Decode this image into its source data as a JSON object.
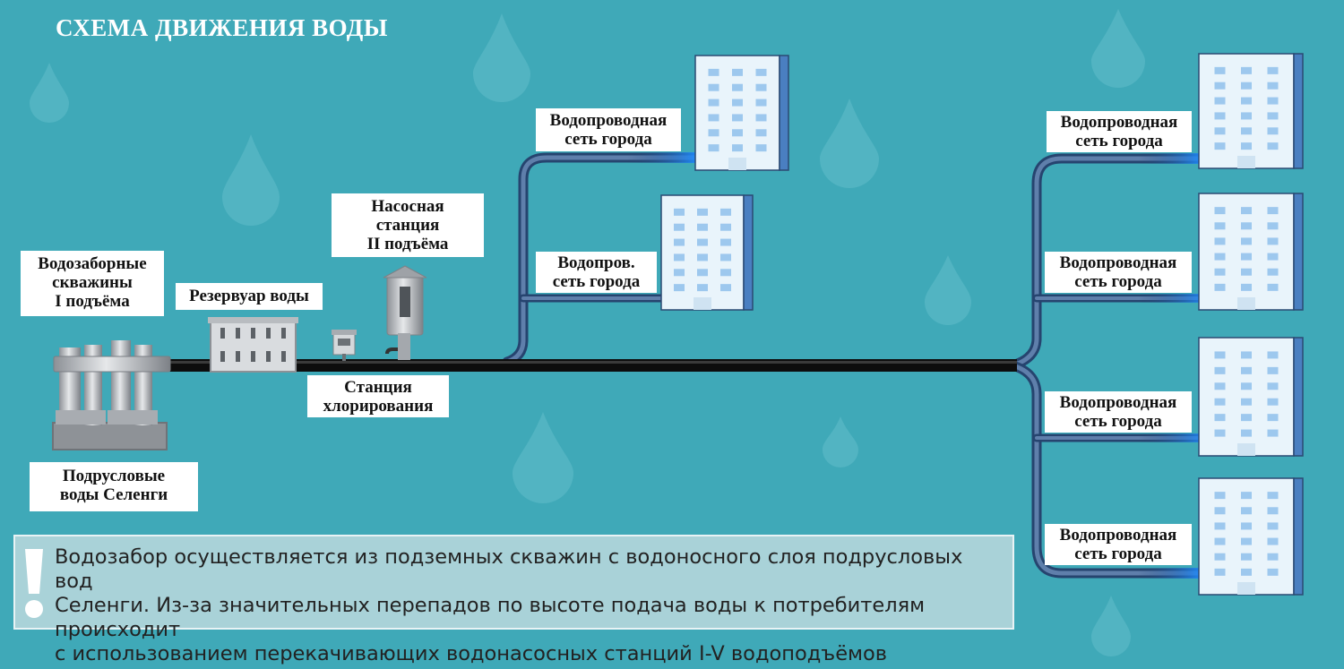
{
  "title": "СХЕМА ДВИЖЕНИЯ ВОДЫ",
  "labels": {
    "wells": [
      "Водозаборные",
      "скважины",
      "I подъёма"
    ],
    "reservoir": [
      "Резервуар воды"
    ],
    "pump_station": [
      "Насосная",
      "станция",
      "II подъёма"
    ],
    "chlorination": [
      "Станция",
      "хлорирования"
    ],
    "underground": [
      "Подрусловые",
      "воды Селенги"
    ],
    "network_top": [
      "Водопроводная",
      "сеть города"
    ],
    "network_short": [
      "Водопров.",
      "сеть города"
    ],
    "network_right_1": [
      "Водопроводная",
      "сеть города"
    ],
    "network_right_2": [
      "Водопроводная",
      "сеть города"
    ],
    "network_right_3": [
      "Водопроводная",
      "сеть города"
    ],
    "network_right_4": [
      "Водопроводная",
      "сеть города"
    ]
  },
  "note": {
    "lines": [
      "Водозабор осуществляется из подземных скважин с водоносного слоя подрусловых вод",
      "Селенги. Из-за значительных перепадов по высоте подача воды к потребителям происходит",
      "с использованием перекачивающих водонасосных станций I-V водоподъёмов"
    ]
  },
  "colors": {
    "background": "#3fa9b8",
    "pipe_main": "#111111",
    "pipe_branch": "#3a5a8a",
    "building_face": "#e9f4fb",
    "building_side": "#4a7fc1",
    "window": "#9dc8ee"
  }
}
